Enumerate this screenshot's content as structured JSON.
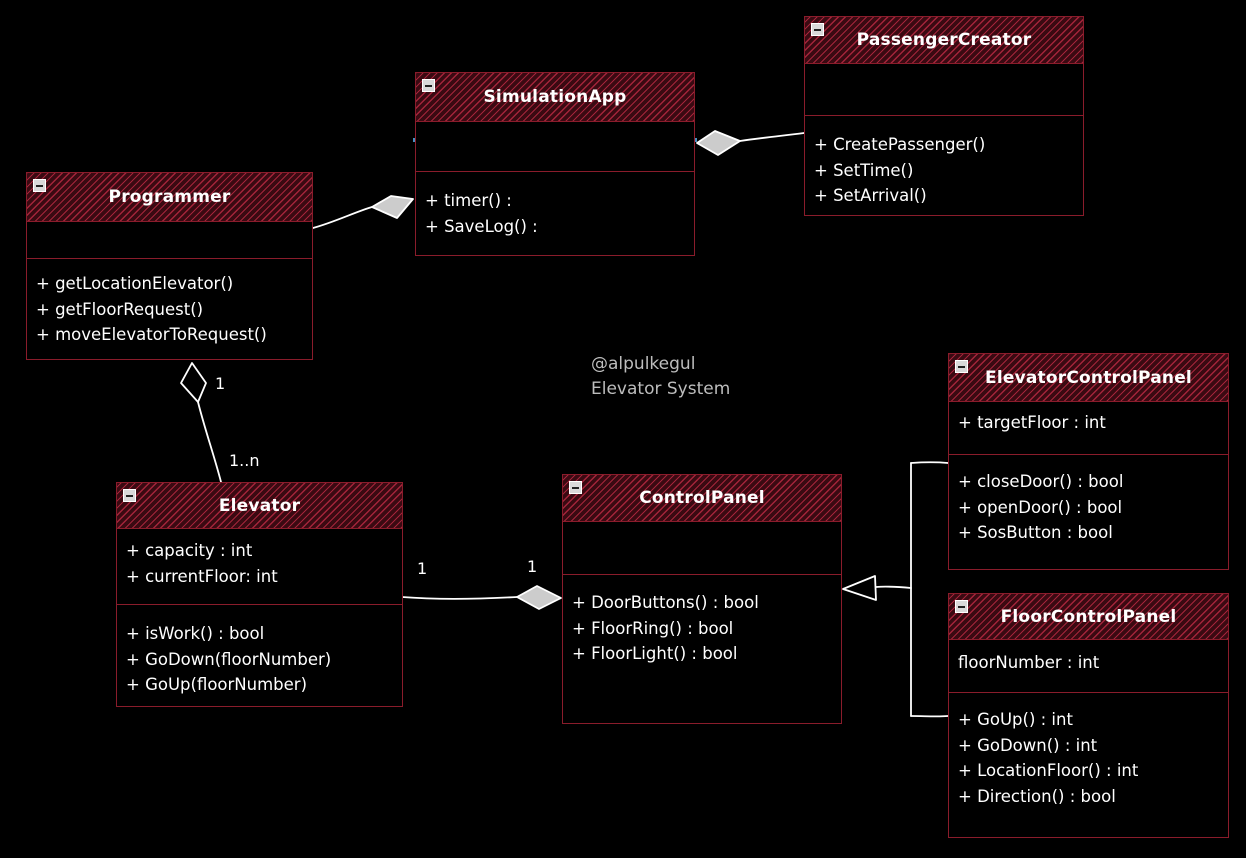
{
  "colors": {
    "background": "#000000",
    "class_border": "#8a1c2b",
    "header_hatch": "#a3243a",
    "text": "#ffffff",
    "note_text": "#bdbdbd",
    "connector": "#ffffff"
  },
  "note": {
    "author": "@alpulkegul",
    "title": "Elevator System"
  },
  "classes": {
    "passenger_creator": {
      "name": "PassengerCreator",
      "attributes": [],
      "methods": [
        "+ CreatePassenger()",
        "+ SetTime()",
        "+ SetArrival()"
      ]
    },
    "simulation_app": {
      "name": "SimulationApp",
      "attributes": [],
      "methods": [
        "+ timer() :",
        "+ SaveLog() :"
      ]
    },
    "programmer": {
      "name": "Programmer",
      "attributes": [],
      "methods": [
        "+ getLocationElevator()",
        "+ getFloorRequest()",
        "+ moveElevatorToRequest()"
      ]
    },
    "elevator": {
      "name": "Elevator",
      "attributes": [
        "+ capacity : int",
        "+ currentFloor: int"
      ],
      "methods": [
        "+ isWork() : bool",
        "+ GoDown(floorNumber)",
        "+ GoUp(floorNumber)"
      ]
    },
    "control_panel": {
      "name": "ControlPanel",
      "attributes": [],
      "methods": [
        "+ DoorButtons() : bool",
        "+ FloorRing() : bool",
        "+ FloorLight() : bool"
      ]
    },
    "elevator_control_panel": {
      "name": "ElevatorControlPanel",
      "attributes": [
        "+ targetFloor : int"
      ],
      "methods": [
        "+ closeDoor() : bool",
        "+ openDoor() : bool",
        "+ SosButton : bool"
      ]
    },
    "floor_control_panel": {
      "name": "FloorControlPanel",
      "attributes": [
        "floorNumber : int"
      ],
      "methods": [
        "+ GoUp() : int",
        "+ GoDown() : int",
        "+ LocationFloor() : int",
        "+ Direction() : bool"
      ]
    }
  },
  "relationships": {
    "programmer_elevator": {
      "type": "aggregation",
      "source_multiplicity": "1",
      "target_multiplicity": "1..n"
    },
    "elevator_control_panel": {
      "type": "aggregation",
      "source_multiplicity": "1",
      "target_multiplicity": "1"
    },
    "programmer_simulation_app": {
      "type": "composition"
    },
    "passenger_creator_simulation_app": {
      "type": "composition"
    },
    "control_panel_subtypes": {
      "type": "generalization"
    }
  }
}
